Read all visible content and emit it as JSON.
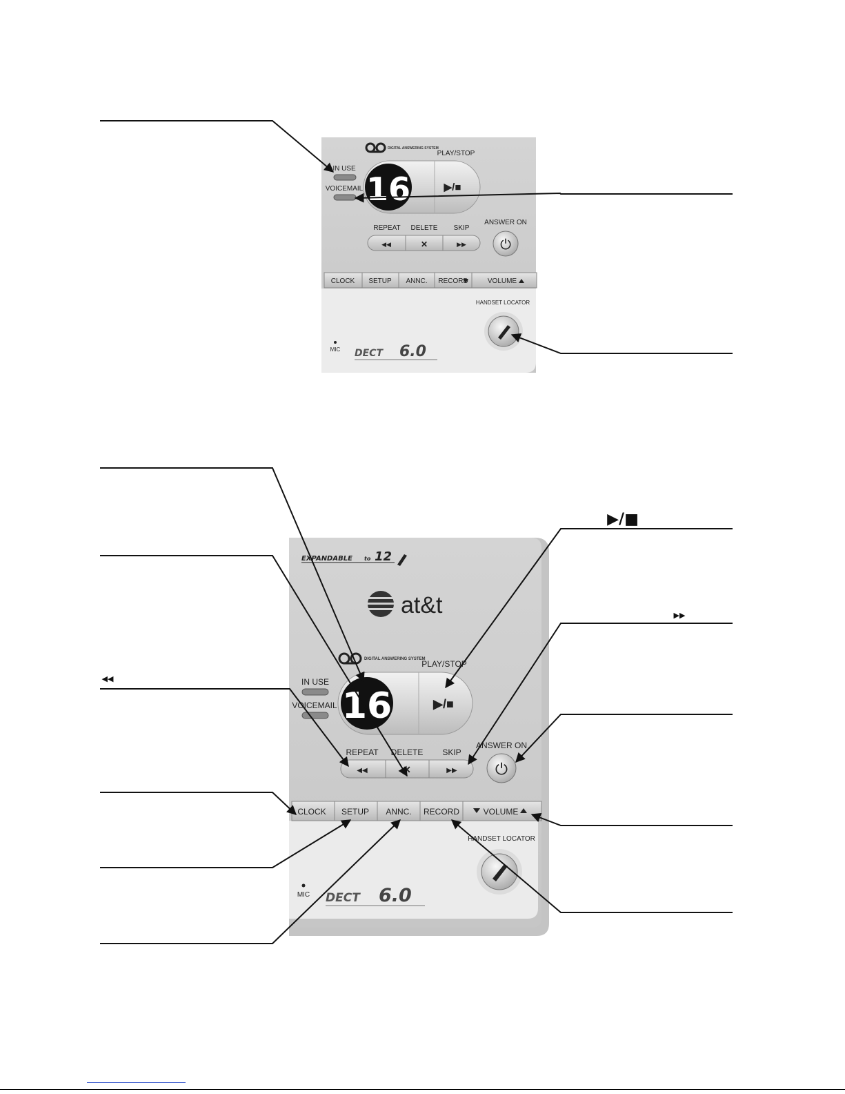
{
  "callout_symbols": {
    "play_stop": "▶/■",
    "skip": "▶▶",
    "repeat": "◀◀"
  },
  "top_panel": {
    "das_logo": "DIGITAL ANSWERING SYSTEM",
    "in_use": "IN USE",
    "voicemail": "VOICEMAIL",
    "display": "16",
    "play_stop_label": "PLAY/STOP",
    "play_stop_symbol": "▶/■",
    "repeat_label": "REPEAT",
    "delete_label": "DELETE",
    "skip_label": "SKIP",
    "answer_on_label": "ANSWER ON",
    "repeat_symbol": "◀◀",
    "delete_symbol": "✕",
    "skip_symbol": "▶▶",
    "power_symbol": "⏻",
    "clock": "CLOCK",
    "setup": "SETUP",
    "annc": "ANNC.",
    "record": "RECORD",
    "volume": "VOLUME",
    "handset_locator": "HANDSET LOCATOR",
    "mic": "MIC",
    "dect_word": "DECT",
    "dect_num": "6.0"
  },
  "bottom_panel": {
    "expandable_word": "EXPANDABLE",
    "expandable_to": "to",
    "expandable_num": "12",
    "brand": "at&t",
    "das_logo": "DIGITAL ANSWERING SYSTEM",
    "in_use": "IN USE",
    "voicemail": "VOICEMAIL",
    "display": "16",
    "play_stop_label": "PLAY/STOP",
    "play_stop_symbol": "▶/■",
    "repeat_label": "REPEAT",
    "delete_label": "DELETE",
    "skip_label": "SKIP",
    "answer_on_label": "ANSWER ON",
    "repeat_symbol": "◀◀",
    "delete_symbol": "✕",
    "skip_symbol": "▶▶",
    "power_symbol": "⏻",
    "clock": "CLOCK",
    "setup": "SETUP",
    "annc": "ANNC.",
    "record": "RECORD",
    "volume": "VOLUME",
    "handset_locator": "HANDSET LOCATOR",
    "mic": "MIC",
    "dect_word": "DECT",
    "dect_num": "6.0"
  }
}
